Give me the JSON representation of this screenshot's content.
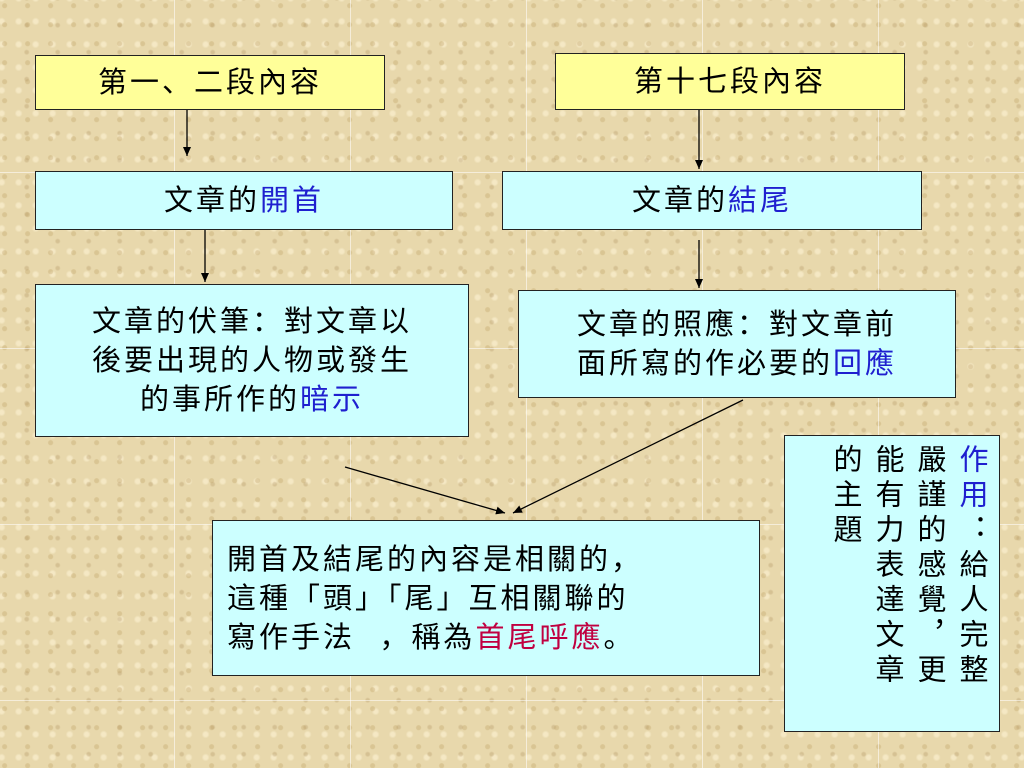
{
  "left": {
    "source": "第一、二段內容",
    "role_prefix": "文章的",
    "role_key": "開首",
    "detail_lines": [
      "文章的伏筆：對文章以",
      "後要出現的人物或發生"
    ],
    "detail_last_prefix": "的事所作的",
    "detail_key": "暗示"
  },
  "right": {
    "source": "第十七段內容",
    "role_prefix": "文章的",
    "role_key": "結尾",
    "detail_line1": "文章的照應：對文章前",
    "detail_line2_prefix": "面所寫的作必要的",
    "detail_key": "回應"
  },
  "summary": {
    "line1": "開首及結尾的內容是相關的，",
    "line2": "這種「頭」「尾」互相關聯的",
    "line3_prefix": "寫作手法  ，稱為",
    "term": "首尾呼應",
    "line3_suffix": "。"
  },
  "function_note": {
    "key": "作用",
    "text": "：給人完整嚴謹的感覺，更能有力表達文章的主題"
  },
  "colors": {
    "source_box": "#ffff99",
    "detail_box": "#ccffff",
    "keyword": "#1f1fcf",
    "term": "#c00040"
  }
}
